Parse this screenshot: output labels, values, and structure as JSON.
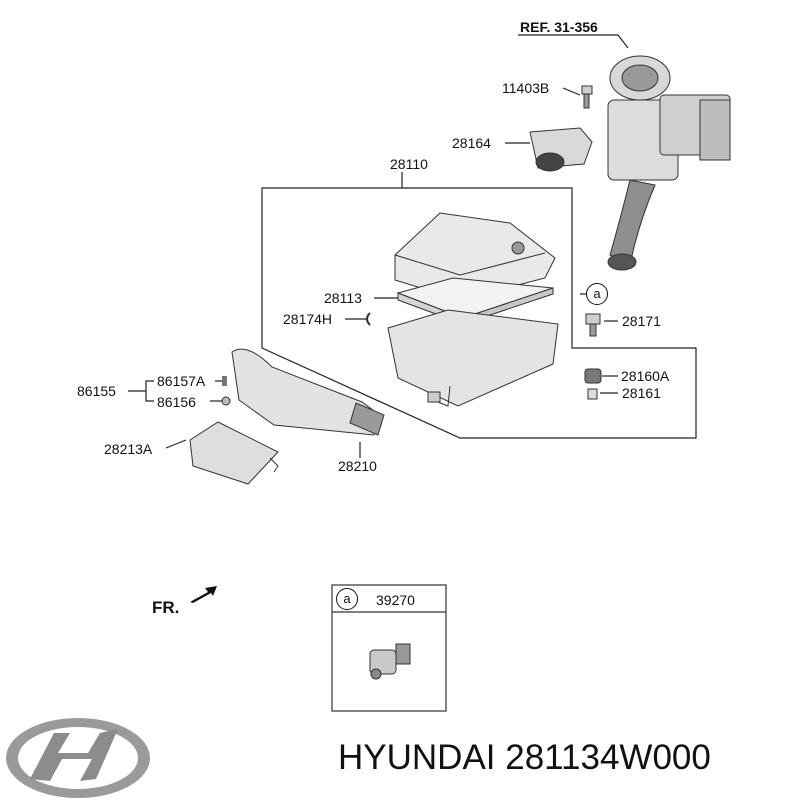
{
  "diagram": {
    "ref_label": "REF. 31-356",
    "callouts": {
      "p11403B": "11403B",
      "p28164": "28164",
      "p28110": "28110",
      "p28113": "28113",
      "p28174H": "28174H",
      "p28171": "28171",
      "p28160A": "28160A",
      "p28161": "28161",
      "p86155": "86155",
      "p86157A": "86157A",
      "p86156": "86156",
      "p28213A": "28213A",
      "p28210": "28210"
    },
    "marker_a": "a",
    "front_label": "FR.",
    "inset": {
      "marker": "a",
      "part": "39270"
    }
  },
  "footer": {
    "brand_text": "HYUNDAI 281134W000",
    "logo_icon": "hyundai-logo-icon"
  }
}
